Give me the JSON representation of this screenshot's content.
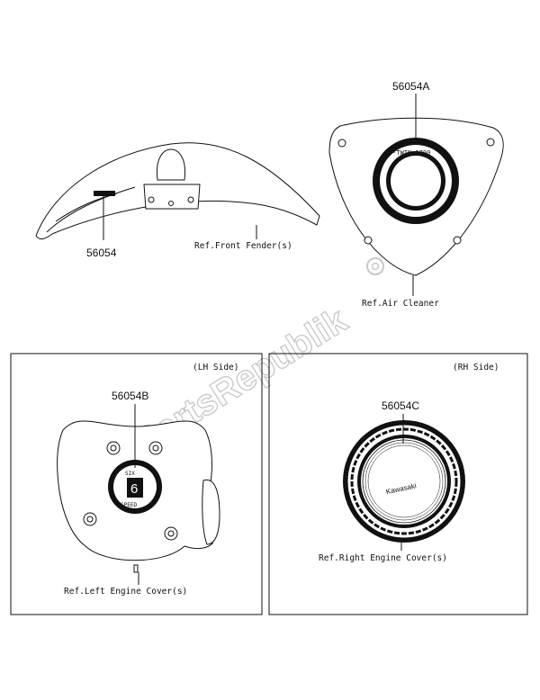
{
  "watermark": "PartsRepublik",
  "panels": {
    "lh_side": "(LH Side)",
    "rh_side": "(RH Side)"
  },
  "parts": {
    "front_fender": {
      "part_no": "56054",
      "ref": "Ref.Front Fender(s)"
    },
    "air_cleaner": {
      "part_no": "56054A",
      "ref": "Ref.Air Cleaner",
      "badge_text": "V-TWIN 1700"
    },
    "left_engine_cover": {
      "part_no": "56054B",
      "ref": "Ref.Left Engine Cover(s)",
      "badge_top": "SIX",
      "badge_num": "6",
      "badge_bottom": "SPEED"
    },
    "right_engine_cover": {
      "part_no": "56054C",
      "ref": "Ref.Right Engine Cover(s)",
      "badge_logo": "Kawasaki"
    }
  }
}
